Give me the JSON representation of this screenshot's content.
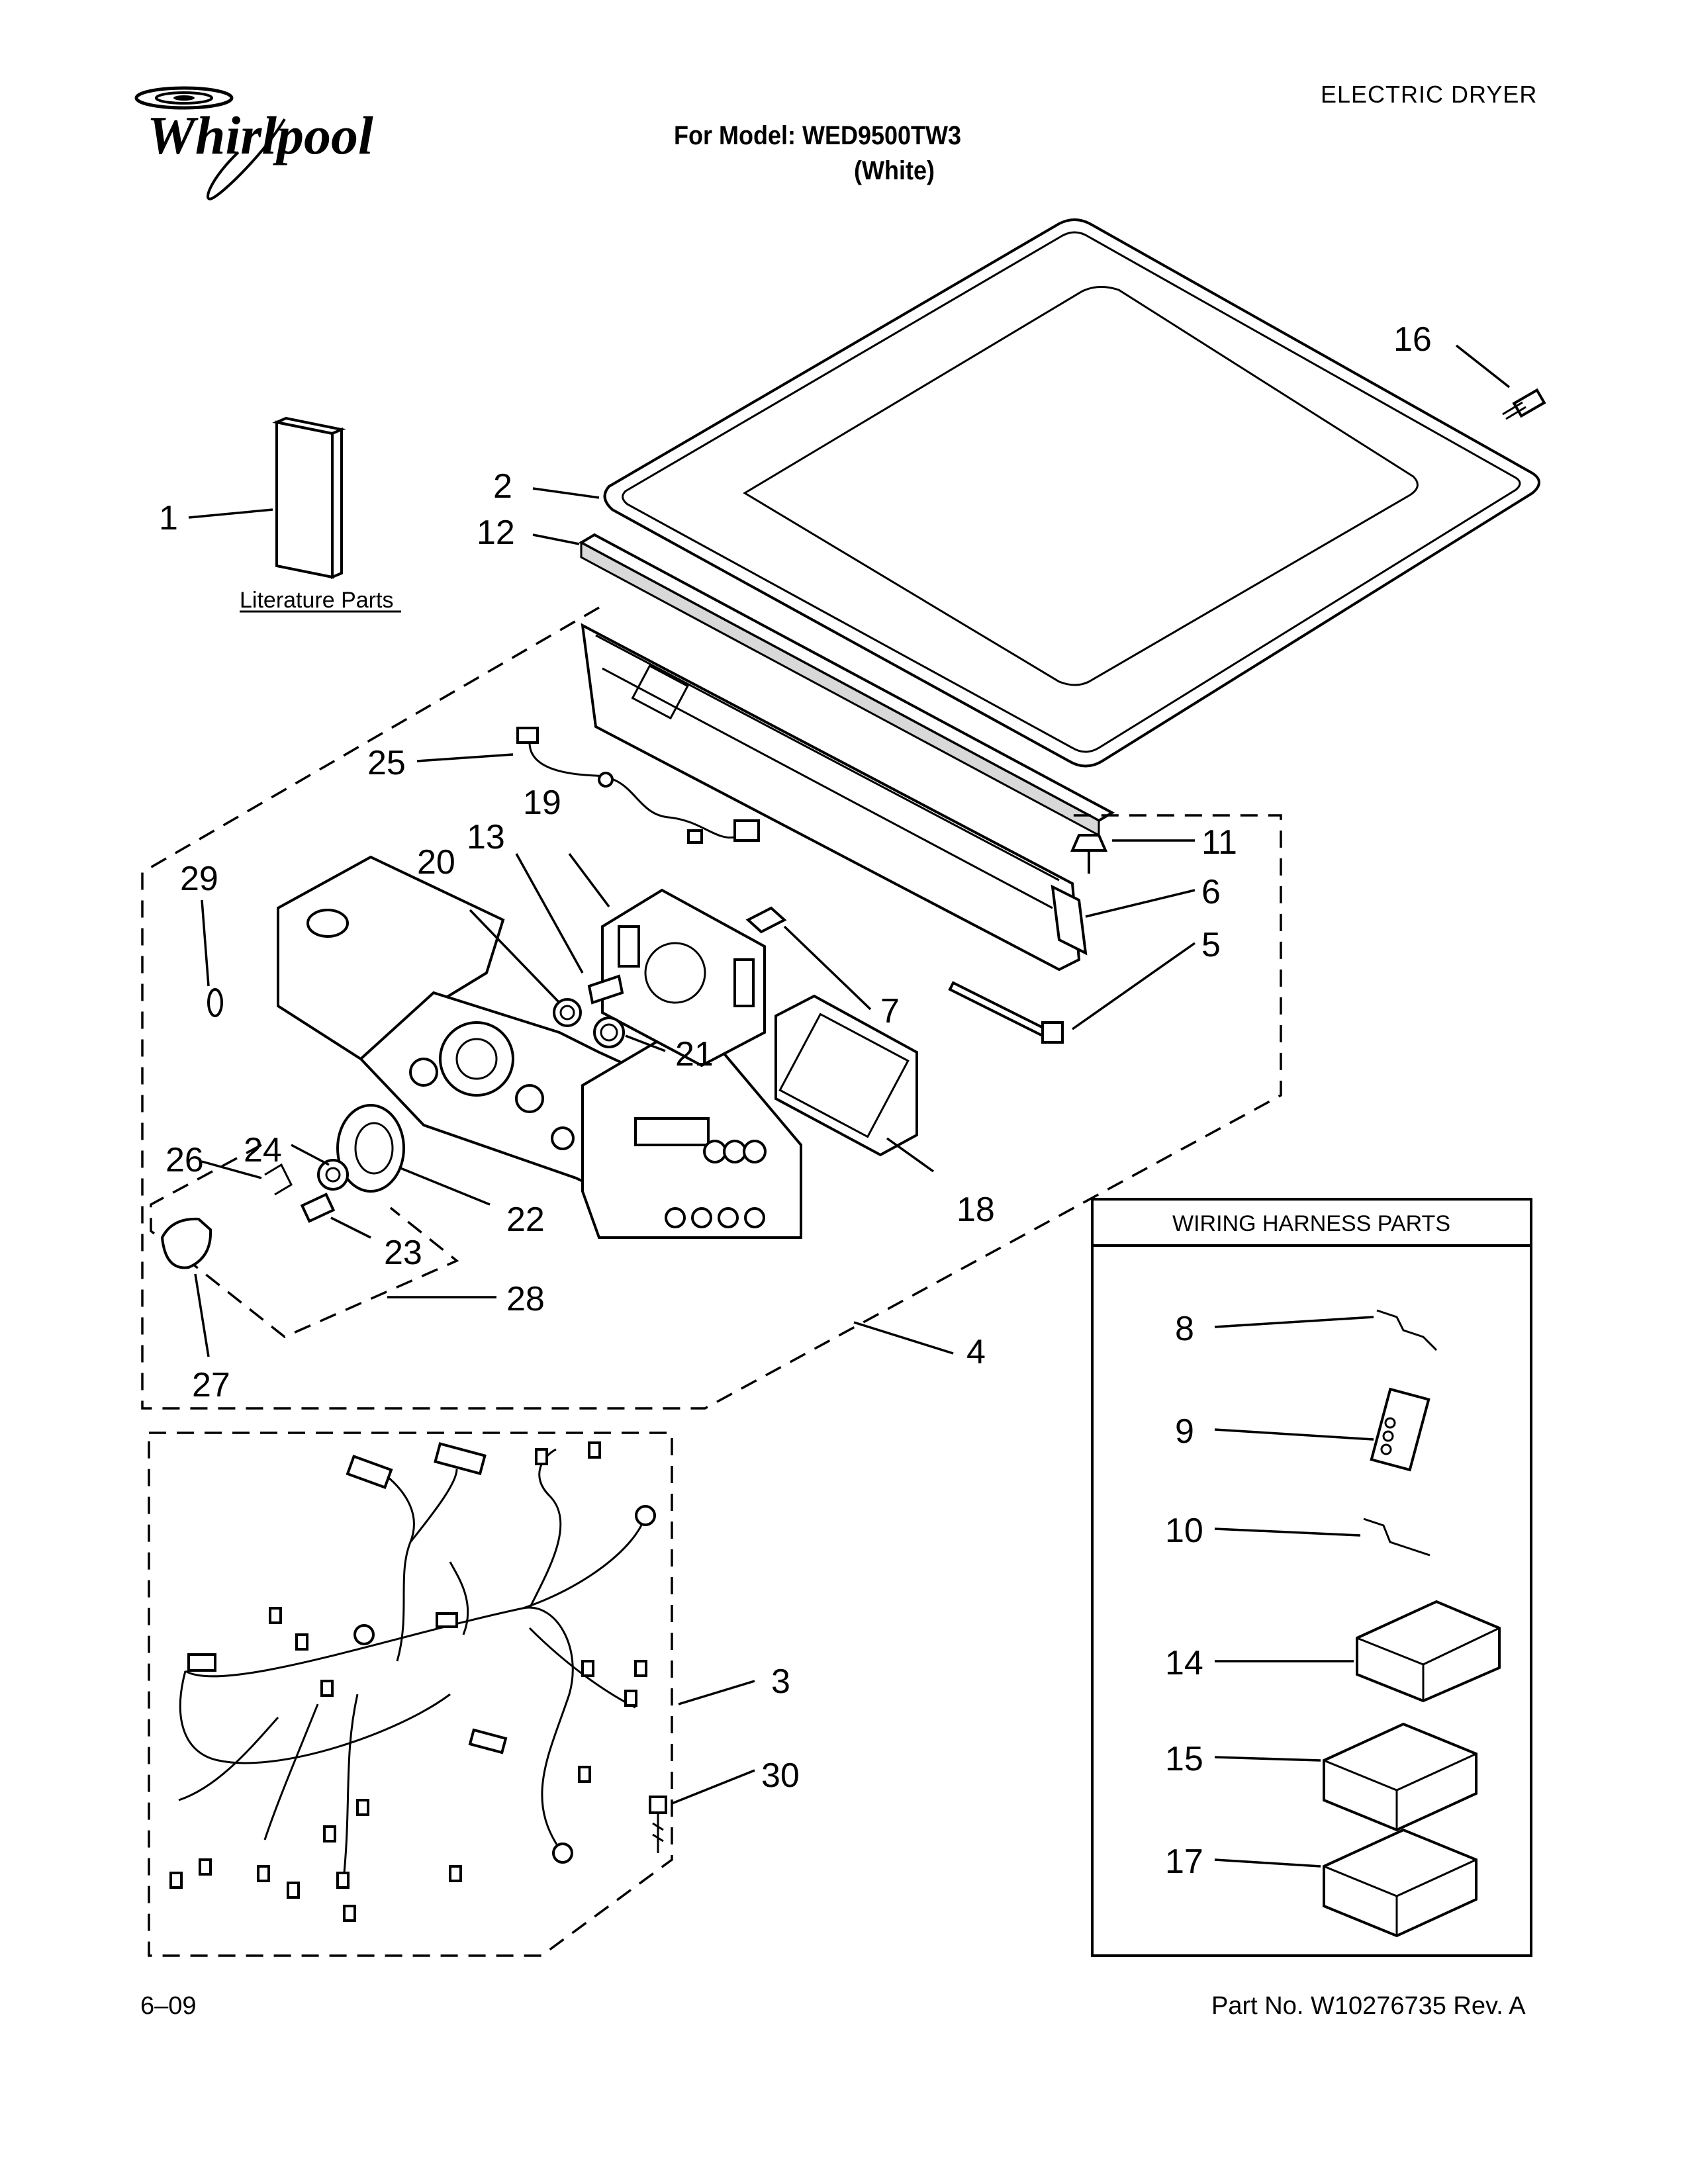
{
  "header": {
    "brand": "Whirlpool",
    "product_type": "ELECTRIC DRYER",
    "model_line": "For Model: WED9500TW3",
    "color_line": "(White)"
  },
  "literature": {
    "label": "Literature Parts"
  },
  "wiring_box": {
    "title": "WIRING HARNESS PARTS"
  },
  "callouts": {
    "c1": "1",
    "c2": "2",
    "c3": "3",
    "c4": "4",
    "c5": "5",
    "c6": "6",
    "c7": "7",
    "c8": "8",
    "c9": "9",
    "c10": "10",
    "c11": "11",
    "c12": "12",
    "c13": "13",
    "c14": "14",
    "c15": "15",
    "c16": "16",
    "c17": "17",
    "c18": "18",
    "c19": "19",
    "c20": "20",
    "c21": "21",
    "c22": "22",
    "c23": "23",
    "c24": "24",
    "c25": "25",
    "c26": "26",
    "c27": "27",
    "c28": "28",
    "c29": "29",
    "c30": "30"
  },
  "footer": {
    "date": "6–09",
    "part_number": "Part No. W10276735 Rev. A"
  }
}
